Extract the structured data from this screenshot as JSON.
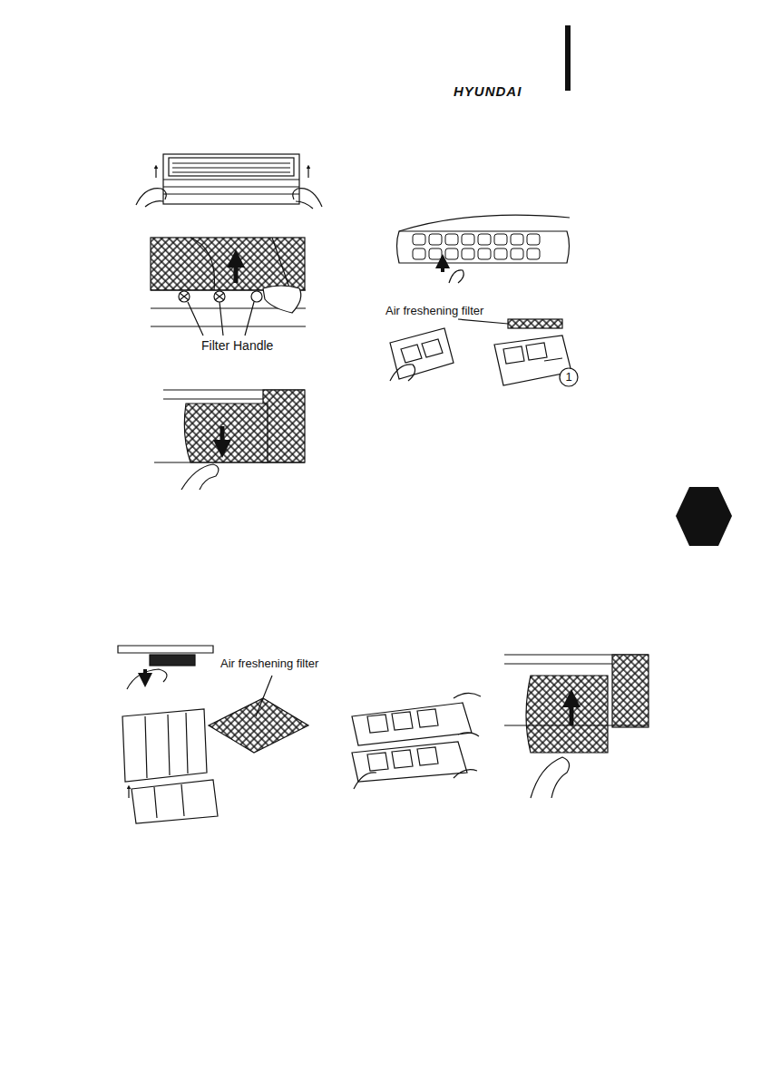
{
  "diagram": {
    "labels": [
      "HYUNDAI",
      "Filter Handle",
      "Air freshening filter",
      "1",
      "Air freshening filter"
    ]
  }
}
